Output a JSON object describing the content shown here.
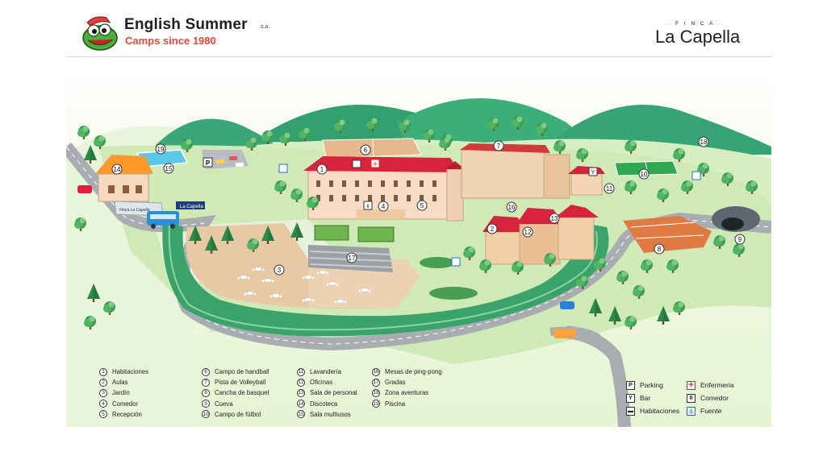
{
  "header": {
    "brand_name": "English Summer",
    "brand_suffix": "s.a.",
    "brand_tagline": "Camps since 1980",
    "finca_label": "· F I N C A ·",
    "finca_name": "La Capella"
  },
  "map": {
    "road_sign": "La Capella",
    "wall_sign": "Finca La Capella",
    "markers": [
      "1",
      "2",
      "3",
      "4",
      "5",
      "6",
      "7",
      "8",
      "9",
      "10",
      "11",
      "12",
      "13",
      "14",
      "15",
      "16",
      "17",
      "18",
      "19"
    ],
    "icon_labels": [
      "P",
      "Y",
      "II"
    ]
  },
  "legend": {
    "col1": [
      {
        "n": "1",
        "label": "Habitaciones"
      },
      {
        "n": "2",
        "label": "Aulas"
      },
      {
        "n": "3",
        "label": "Jardín"
      },
      {
        "n": "4",
        "label": "Comedor"
      },
      {
        "n": "5",
        "label": "Recepción"
      }
    ],
    "col2": [
      {
        "n": "6",
        "label": "Campo de handball"
      },
      {
        "n": "7",
        "label": "Pista de Volleyball"
      },
      {
        "n": "8",
        "label": "Cancha de basquet"
      },
      {
        "n": "9",
        "label": "Cueva"
      },
      {
        "n": "10",
        "label": "Campo de fútbol"
      }
    ],
    "col3": [
      {
        "n": "11",
        "label": "Lavandería"
      },
      {
        "n": "12",
        "label": "Oficinas"
      },
      {
        "n": "13",
        "label": "Sala de personal"
      },
      {
        "n": "14",
        "label": "Discoteca"
      },
      {
        "n": "15",
        "label": "Sala multiusos"
      }
    ],
    "col4": [
      {
        "n": "16",
        "label": "Mesas de  ping-pong"
      },
      {
        "n": "17",
        "label": "Gradas"
      },
      {
        "n": "18",
        "label": "Zona aventuras"
      },
      {
        "n": "19",
        "label": "Piscina"
      }
    ],
    "symbols_left": [
      {
        "icon": "parking-icon",
        "glyph": "P",
        "label": "Parking"
      },
      {
        "icon": "bar-icon",
        "glyph": "Y",
        "label": "Bar"
      },
      {
        "icon": "bed-icon",
        "glyph": "▬",
        "label": "Habitaciones"
      }
    ],
    "symbols_right": [
      {
        "icon": "first-aid-icon",
        "glyph": "+",
        "label": "Enfermeria"
      },
      {
        "icon": "dining-icon",
        "glyph": "II",
        "label": "Comedor"
      },
      {
        "icon": "fountain-icon",
        "glyph": "⛲",
        "label": "Fuente"
      }
    ]
  },
  "colors": {
    "accent_red": "#e8483a",
    "field_green": "#2fa84f",
    "hill_green": "#3aa77b",
    "earth": "#e8c9a6",
    "roof_red": "#d7233b"
  }
}
